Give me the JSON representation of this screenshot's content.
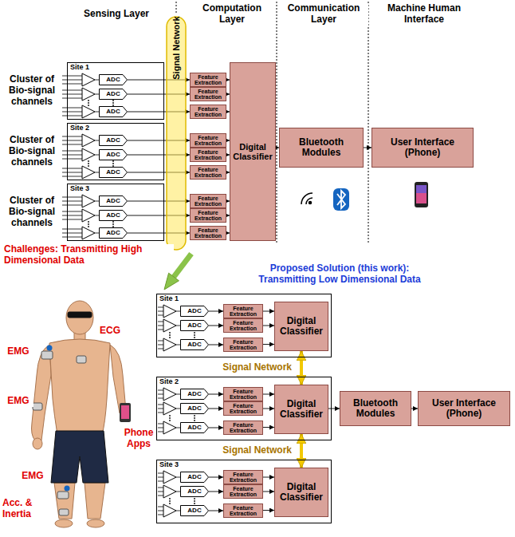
{
  "diagram": {
    "nodes": [
      {
        "text": [
          "Site 1"
        ]
      },
      {
        "text": [
          "ADC"
        ],
        "in": 0
      },
      {
        "text": [
          "ADC"
        ],
        "in": 0
      },
      {
        "text": [
          "ADC"
        ],
        "in": 0
      },
      {
        "text": [
          "Site 2"
        ]
      },
      {
        "text": [
          "ADC"
        ],
        "in": 4
      },
      {
        "text": [
          "ADC"
        ],
        "in": 4
      },
      {
        "text": [
          "ADC"
        ],
        "in": 4
      },
      {
        "text": [
          "Site 3"
        ]
      },
      {
        "text": [
          "ADC"
        ],
        "in": 8
      },
      {
        "text": [
          "ADC"
        ],
        "in": 8
      },
      {
        "text": [
          "ADC"
        ],
        "in": 8
      },
      {
        "text": [
          "Feature Extraction"
        ]
      },
      {
        "text": [
          "Feature Extraction"
        ]
      },
      {
        "text": [
          "Feature Extraction"
        ]
      },
      {
        "text": [
          "Feature Extraction"
        ]
      },
      {
        "text": [
          "Feature Extraction"
        ]
      },
      {
        "text": [
          "Feature Extraction"
        ]
      },
      {
        "text": [
          "Feature Extraction"
        ]
      },
      {
        "text": [
          "Feature Extraction"
        ]
      },
      {
        "text": [
          "Feature Extraction"
        ]
      },
      {
        "text": [
          "Digital Classifier"
        ]
      },
      {
        "text": [
          "Bluetooth Modules"
        ]
      },
      {
        "text": [
          "User Interface (Phone)"
        ]
      },
      {
        "text": [
          "Signal Network"
        ]
      },
      {
        "text": [
          "Site 1"
        ]
      },
      {
        "text": [
          "ADC"
        ],
        "in": 25
      },
      {
        "text": [
          "ADC"
        ],
        "in": 25
      },
      {
        "text": [
          "ADC"
        ],
        "in": 25
      },
      {
        "text": [
          "Feature Extraction"
        ],
        "in": 25
      },
      {
        "text": [
          "Feature Extraction"
        ],
        "in": 25
      },
      {
        "text": [
          "Feature Extraction"
        ],
        "in": 25
      },
      {
        "text": [
          "Digital Classifier"
        ],
        "in": 25
      },
      {
        "text": [
          "Site 2"
        ]
      },
      {
        "text": [
          "ADC"
        ],
        "in": 33
      },
      {
        "text": [
          "ADC"
        ],
        "in": 33
      },
      {
        "text": [
          "ADC"
        ],
        "in": 33
      },
      {
        "text": [
          "Feature Extraction"
        ],
        "in": 33
      },
      {
        "text": [
          "Feature Extraction"
        ],
        "in": 33
      },
      {
        "text": [
          "Feature Extraction"
        ],
        "in": 33
      },
      {
        "text": [
          "Digital Classifier"
        ],
        "in": 33
      },
      {
        "text": [
          "Site 3"
        ]
      },
      {
        "text": [
          "ADC"
        ],
        "in": 41
      },
      {
        "text": [
          "ADC"
        ],
        "in": 41
      },
      {
        "text": [
          "ADC"
        ],
        "in": 41
      },
      {
        "text": [
          "Feature Extraction"
        ],
        "in": 41
      },
      {
        "text": [
          "Feature Extraction"
        ],
        "in": 41
      },
      {
        "text": [
          "Feature Extraction"
        ],
        "in": 41
      },
      {
        "text": [
          "Digital Classifier"
        ],
        "in": 41
      },
      {
        "text": [
          "Bluetooth Modules"
        ]
      },
      {
        "text": [
          "User Interface (Phone)"
        ]
      }
    ],
    "edges": [
      {
        "from": 1,
        "to": 12,
        "arrow": "to"
      },
      {
        "from": 2,
        "to": 13,
        "arrow": "to"
      },
      {
        "from": 3,
        "to": 14,
        "arrow": "to"
      },
      {
        "from": 5,
        "to": 15,
        "arrow": "to"
      },
      {
        "from": 6,
        "to": 16,
        "arrow": "to"
      },
      {
        "from": 7,
        "to": 17,
        "arrow": "to"
      },
      {
        "from": 9,
        "to": 18,
        "arrow": "to"
      },
      {
        "from": 10,
        "to": 19,
        "arrow": "to"
      },
      {
        "from": 11,
        "to": 20,
        "arrow": "to"
      },
      {
        "from": 12,
        "to": 21,
        "arrow": "to"
      },
      {
        "from": 13,
        "to": 21,
        "arrow": "to"
      },
      {
        "from": 14,
        "to": 21,
        "arrow": "to"
      },
      {
        "from": 15,
        "to": 21,
        "arrow": "to"
      },
      {
        "from": 16,
        "to": 21,
        "arrow": "to"
      },
      {
        "from": 17,
        "to": 21,
        "arrow": "to"
      },
      {
        "from": 18,
        "to": 21,
        "arrow": "to"
      },
      {
        "from": 19,
        "to": 21,
        "arrow": "to"
      },
      {
        "from": 20,
        "to": 21,
        "arrow": "to"
      },
      {
        "from": 21,
        "to": 22,
        "arrow": "to"
      },
      {
        "from": 22,
        "to": 23,
        "arrow": "to"
      },
      {
        "from": 26,
        "to": 29,
        "arrow": "to"
      },
      {
        "from": 27,
        "to": 30,
        "arrow": "to"
      },
      {
        "from": 28,
        "to": 31,
        "arrow": "to"
      },
      {
        "from": 29,
        "to": 32,
        "arrow": "to"
      },
      {
        "from": 30,
        "to": 32,
        "arrow": "to"
      },
      {
        "from": 31,
        "to": 32,
        "arrow": "to"
      },
      {
        "from": 34,
        "to": 37,
        "arrow": "to"
      },
      {
        "from": 35,
        "to": 38,
        "arrow": "to"
      },
      {
        "from": 36,
        "to": 39,
        "arrow": "to"
      },
      {
        "from": 37,
        "to": 40,
        "arrow": "to"
      },
      {
        "from": 38,
        "to": 40,
        "arrow": "to"
      },
      {
        "from": 39,
        "to": 40,
        "arrow": "to"
      },
      {
        "from": 42,
        "to": 45,
        "arrow": "to"
      },
      {
        "from": 43,
        "to": 46,
        "arrow": "to"
      },
      {
        "from": 44,
        "to": 47,
        "arrow": "to"
      },
      {
        "from": 45,
        "to": 48,
        "arrow": "to"
      },
      {
        "from": 46,
        "to": 48,
        "arrow": "to"
      },
      {
        "from": 47,
        "to": 48,
        "arrow": "to"
      },
      {
        "from": 32,
        "to": 40,
        "label": "Signal Network",
        "arrow": "both"
      },
      {
        "from": 40,
        "to": 48,
        "label": "Signal Network",
        "arrow": "both"
      },
      {
        "from": 40,
        "to": 49,
        "arrow": "to"
      },
      {
        "from": 49,
        "to": 50,
        "arrow": "to"
      }
    ],
    "labels": [
      "Sensing Layer",
      "Computation Layer",
      "Communication Layer",
      "Machine Human Interface",
      "Cluster of Bio-signal channels",
      "Cluster of Bio-signal channels",
      "Cluster of Bio-signal channels",
      "Challenges: Transmitting High Dimensional Data",
      "Proposed Solution (this work): Transmitting Low Dimensional Data",
      "EMG",
      "ECG",
      "EMG",
      "Phone Apps",
      "EMG",
      "Acc. & Inertia"
    ]
  }
}
